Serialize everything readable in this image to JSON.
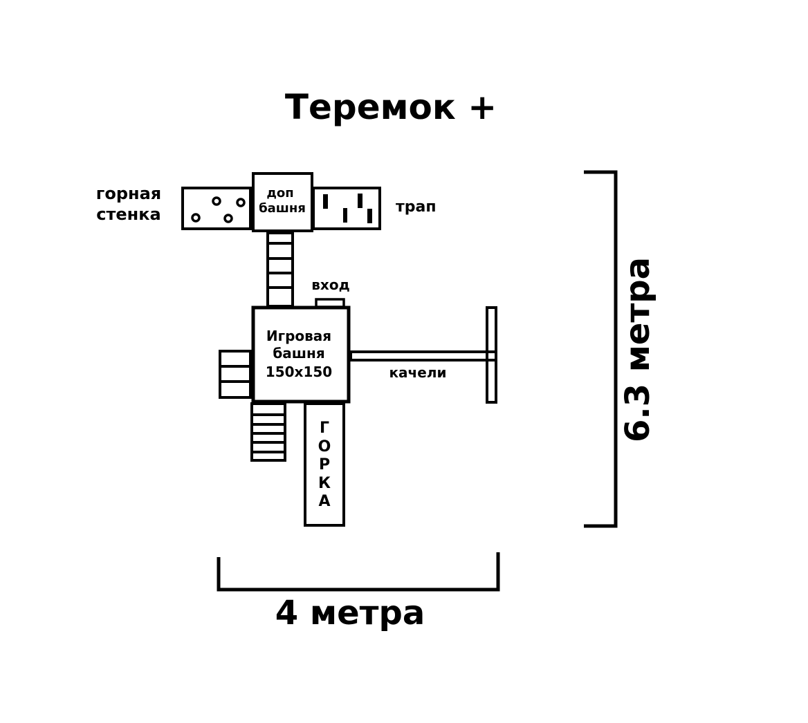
{
  "title": "Теремок +",
  "labels": {
    "climbing_wall_line1": "горная",
    "climbing_wall_line2": "стенка",
    "extra_tower_line1": "доп",
    "extra_tower_line2": "башня",
    "ramp": "трап",
    "entrance": "вход",
    "play_tower_line1": "Игровая",
    "play_tower_line2": "башня",
    "play_tower_line3": "150x150",
    "swing": "качели",
    "slide_letters": [
      "Г",
      "О",
      "Р",
      "К",
      "А"
    ]
  },
  "dimensions": {
    "width": "4 метра",
    "length": "6.3 метра"
  },
  "colors": {
    "stroke": "#000000",
    "background": "#ffffff"
  }
}
